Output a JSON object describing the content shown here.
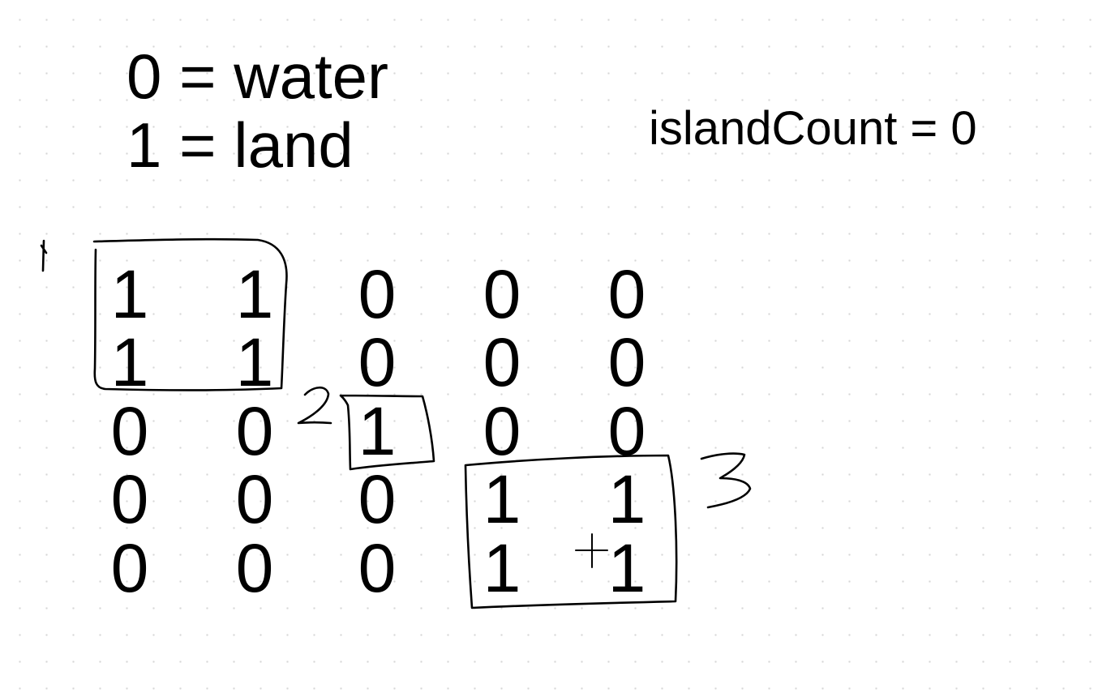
{
  "legend": {
    "water": "0 = water",
    "land": "1 = land"
  },
  "counter": {
    "text": "islandCount = 0"
  },
  "grid": {
    "rows": [
      [
        "1",
        "1",
        "0",
        "0",
        "0"
      ],
      [
        "1",
        "1",
        "0",
        "0",
        "0"
      ],
      [
        "0",
        "0",
        "1",
        "0",
        "0"
      ],
      [
        "0",
        "0",
        "0",
        "1",
        "1"
      ],
      [
        "0",
        "0",
        "0",
        "1",
        "1"
      ]
    ]
  },
  "annotations": {
    "island_two_label": "2",
    "island_three_label": "3"
  },
  "icons": {
    "cursor": "crosshair-cursor-icon",
    "pen_mark": "pen-tick-icon"
  },
  "colors": {
    "ink": "#000000",
    "background": "#ffffff",
    "grid_dots": "#d6d6d6"
  }
}
